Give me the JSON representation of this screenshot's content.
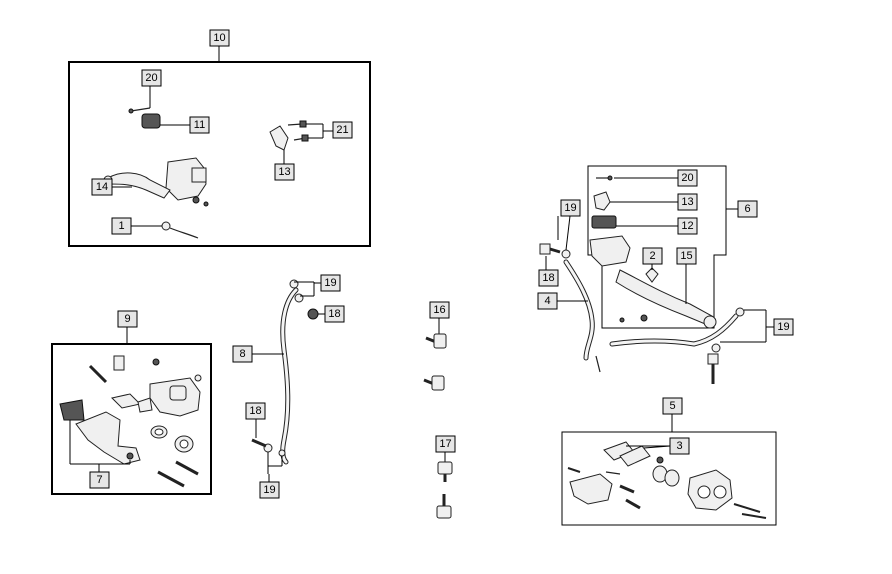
{
  "labels": {
    "c10": "10",
    "c20a": "20",
    "c11": "11",
    "c21": "21",
    "c13a": "13",
    "c14": "14",
    "c1": "1",
    "c9": "9",
    "c7": "7",
    "c19a": "19",
    "c18a": "18",
    "c8": "8",
    "c18b": "18",
    "c19b": "19",
    "c16": "16",
    "c17": "17",
    "c19c": "19",
    "c18c": "18",
    "c4": "4",
    "c20b": "20",
    "c13b": "13",
    "c12": "12",
    "c6": "6",
    "c2": "2",
    "c15": "15",
    "c19d": "19",
    "c5": "5",
    "c3": "3"
  }
}
